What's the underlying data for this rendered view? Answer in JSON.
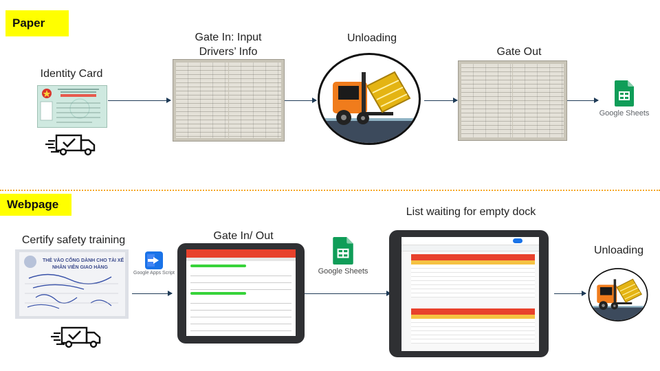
{
  "paper": {
    "label": "Paper",
    "identity_card": "Identity Card",
    "gate_in_line1": "Gate In: Input",
    "gate_in_line2": "Drivers’ Info",
    "unloading": "Unloading",
    "gate_out": "Gate Out",
    "google_sheets": "Google Sheets"
  },
  "webpage": {
    "label": "Webpage",
    "certify": "Certify safety training",
    "apps_script": "Google Apps Script",
    "gate_in_out": "Gate In/ Out",
    "google_sheets": "Google Sheets",
    "waiting_list": "List waiting for empty dock",
    "unloading": "Unloading"
  },
  "colors": {
    "section_label_bg": "#ffff00",
    "divider": "#f5a623",
    "arrow": "#1f3b57",
    "sheets_green": "#0f9d58",
    "header_red": "#e8412c",
    "form_green": "#37d33a"
  },
  "icons": [
    "id-card-icon",
    "delivery-truck-icon",
    "forklift-icon",
    "google-sheets-icon",
    "google-apps-script-icon",
    "ledger-book-icon",
    "tablet-icon",
    "paper-form-photo-icon"
  ]
}
